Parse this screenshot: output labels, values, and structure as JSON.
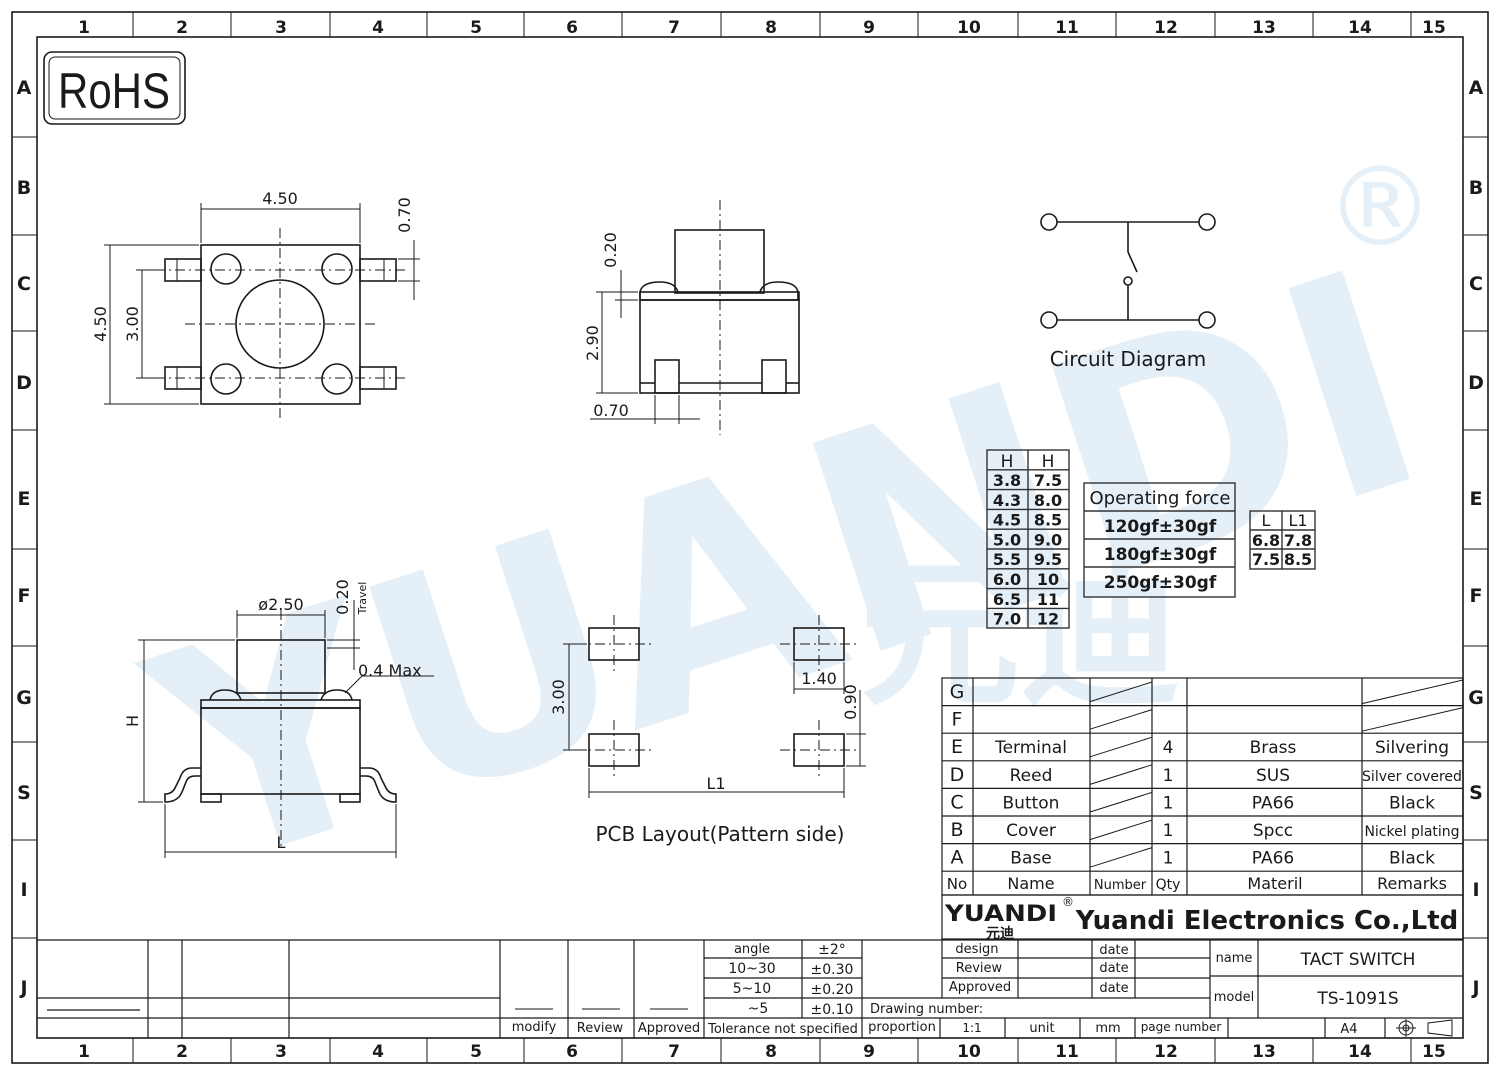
{
  "rohs": "RoHS",
  "registered_mark": "®",
  "border": {
    "columns": [
      "1",
      "2",
      "3",
      "4",
      "5",
      "6",
      "7",
      "8",
      "9",
      "10",
      "11",
      "12",
      "13",
      "14",
      "15"
    ],
    "rows": [
      "A",
      "B",
      "C",
      "D",
      "E",
      "F",
      "G",
      "S",
      "I",
      "J"
    ]
  },
  "watermark": {
    "latin": "YUANDI",
    "cjk": "元迪"
  },
  "top_view": {
    "width": "4.50",
    "height": "4.50",
    "pin_pitch": "3.00",
    "pin_height": "0.70"
  },
  "side_view": {
    "cap": "0.20",
    "height": "2.90",
    "pin": "0.70"
  },
  "circuit": {
    "label": "Circuit  Diagram"
  },
  "front_view": {
    "dia": "ø2.50",
    "travel": "0.20",
    "travel_label": "Travel",
    "max": "0.4  Max",
    "h": "H",
    "l": "L"
  },
  "pcb": {
    "label": "PCB  Layout(Pattern  side)",
    "pitch": "3.00",
    "pad_w": "1.40",
    "pad_h": "0.90",
    "l1": "L1"
  },
  "h_table": {
    "header": [
      "H",
      "H"
    ],
    "rows": [
      [
        "3.8",
        "7.5"
      ],
      [
        "4.3",
        "8.0"
      ],
      [
        "4.5",
        "8.5"
      ],
      [
        "5.0",
        "9.0"
      ],
      [
        "5.5",
        "9.5"
      ],
      [
        "6.0",
        "10"
      ],
      [
        "6.5",
        "11"
      ],
      [
        "7.0",
        "12"
      ]
    ]
  },
  "force_table": {
    "header": "Operating force",
    "rows": [
      "120gf±30gf",
      "180gf±30gf",
      "250gf±30gf"
    ]
  },
  "l_table": {
    "header": [
      "L",
      "L1"
    ],
    "rows": [
      [
        "6.8",
        "7.8"
      ],
      [
        "7.5",
        "8.5"
      ]
    ]
  },
  "bom": {
    "rows": [
      {
        "no": "G",
        "name": "",
        "qty": "",
        "material": "",
        "remarks": ""
      },
      {
        "no": "F",
        "name": "",
        "qty": "",
        "material": "",
        "remarks": ""
      },
      {
        "no": "E",
        "name": "Terminal",
        "qty": "4",
        "material": "Brass",
        "remarks": "Silvering"
      },
      {
        "no": "D",
        "name": "Reed",
        "qty": "1",
        "material": "SUS",
        "remarks": "Silver covered"
      },
      {
        "no": "C",
        "name": "Button",
        "qty": "1",
        "material": "PA66",
        "remarks": "Black"
      },
      {
        "no": "B",
        "name": "Cover",
        "qty": "1",
        "material": "Spcc",
        "remarks": "Nickel plating"
      },
      {
        "no": "A",
        "name": "Base",
        "qty": "1",
        "material": "PA66",
        "remarks": "Black"
      }
    ],
    "header": {
      "no": "No",
      "name": "Name",
      "number": "Number",
      "qty": "Qty",
      "material": "Materil",
      "remarks": "Remarks"
    }
  },
  "company": {
    "logo": "YUANDI",
    "logo_cjk": "元迪",
    "name": "Yuandi Electronics Co.,Ltd"
  },
  "title_block": {
    "design": "design",
    "review": "Review",
    "approved": "Approved",
    "date": "date",
    "name_label": "name",
    "name_value": "TACT SWITCH",
    "model_label": "model",
    "model_value": "TS-1091S",
    "drawing_number": "Drawing number:",
    "proportion": "proportion",
    "scale": "1:1",
    "unit": "unit",
    "unit_value": "mm",
    "page_number": "page number",
    "size": "A4"
  },
  "tolerance": {
    "rows": [
      [
        "angle",
        "±2°"
      ],
      [
        "10~30",
        "±0.30"
      ],
      [
        "5~10",
        "±0.20"
      ],
      [
        "~5",
        "±0.10"
      ]
    ],
    "footer": "Tolerance not specified"
  },
  "revision": {
    "modify": "modify",
    "review": "Review",
    "approved": "Approved"
  }
}
